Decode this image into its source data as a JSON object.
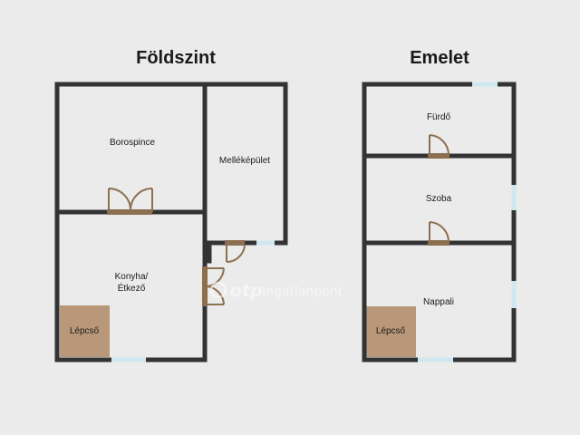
{
  "floors": {
    "ground": {
      "title": "Földszint",
      "rooms": {
        "borospince": "Borospince",
        "mellekepulet": "Melléképület",
        "konyha_line1": "Konyha/",
        "konyha_line2": "Étkező",
        "lepcso": "Lépcső"
      }
    },
    "upper": {
      "title": "Emelet",
      "rooms": {
        "furdo": "Fürdő",
        "szoba": "Szoba",
        "nappali": "Nappali",
        "lepcso": "Lépcső"
      }
    }
  },
  "watermark": {
    "brand": "otp",
    "text": "Ingatlanpont"
  },
  "colors": {
    "background": "#ebebeb",
    "wall": "#333333",
    "window": "#cfe8f0",
    "door": "#8c6f50",
    "stair_fill": "#b9987a"
  }
}
